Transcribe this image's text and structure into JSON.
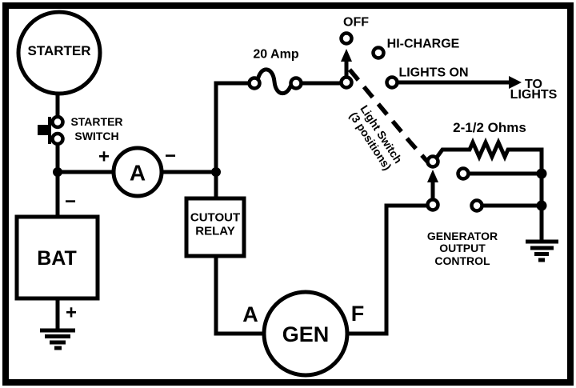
{
  "colors": {
    "ink": "#000000",
    "paper": "#ffffff"
  },
  "starter": {
    "label": "STARTER"
  },
  "starter_switch": {
    "line1": "STARTER",
    "line2": "SWITCH"
  },
  "battery": {
    "label": "BAT",
    "minus": "−",
    "plus": "+"
  },
  "ammeter": {
    "label": "A",
    "plus": "+",
    "minus": "−"
  },
  "fuse": {
    "rating": "20 Amp"
  },
  "light_switch": {
    "name_line1": "Light Switch",
    "name_line2": "(3 positions)",
    "positions": {
      "off": "OFF",
      "hi_charge": "HI-CHARGE",
      "lights_on": "LIGHTS ON"
    }
  },
  "to_lights": {
    "line1": "TO",
    "line2": "LIGHTS"
  },
  "resistor": {
    "value": "2-1/2 Ohms"
  },
  "cutout_relay": {
    "line1": "CUTOUT",
    "line2": "RELAY"
  },
  "generator": {
    "label": "GEN",
    "terminal_left": "A",
    "terminal_right": "F"
  },
  "output_control": {
    "line1": "GENERATOR",
    "line2": "OUTPUT",
    "line3": "CONTROL"
  }
}
